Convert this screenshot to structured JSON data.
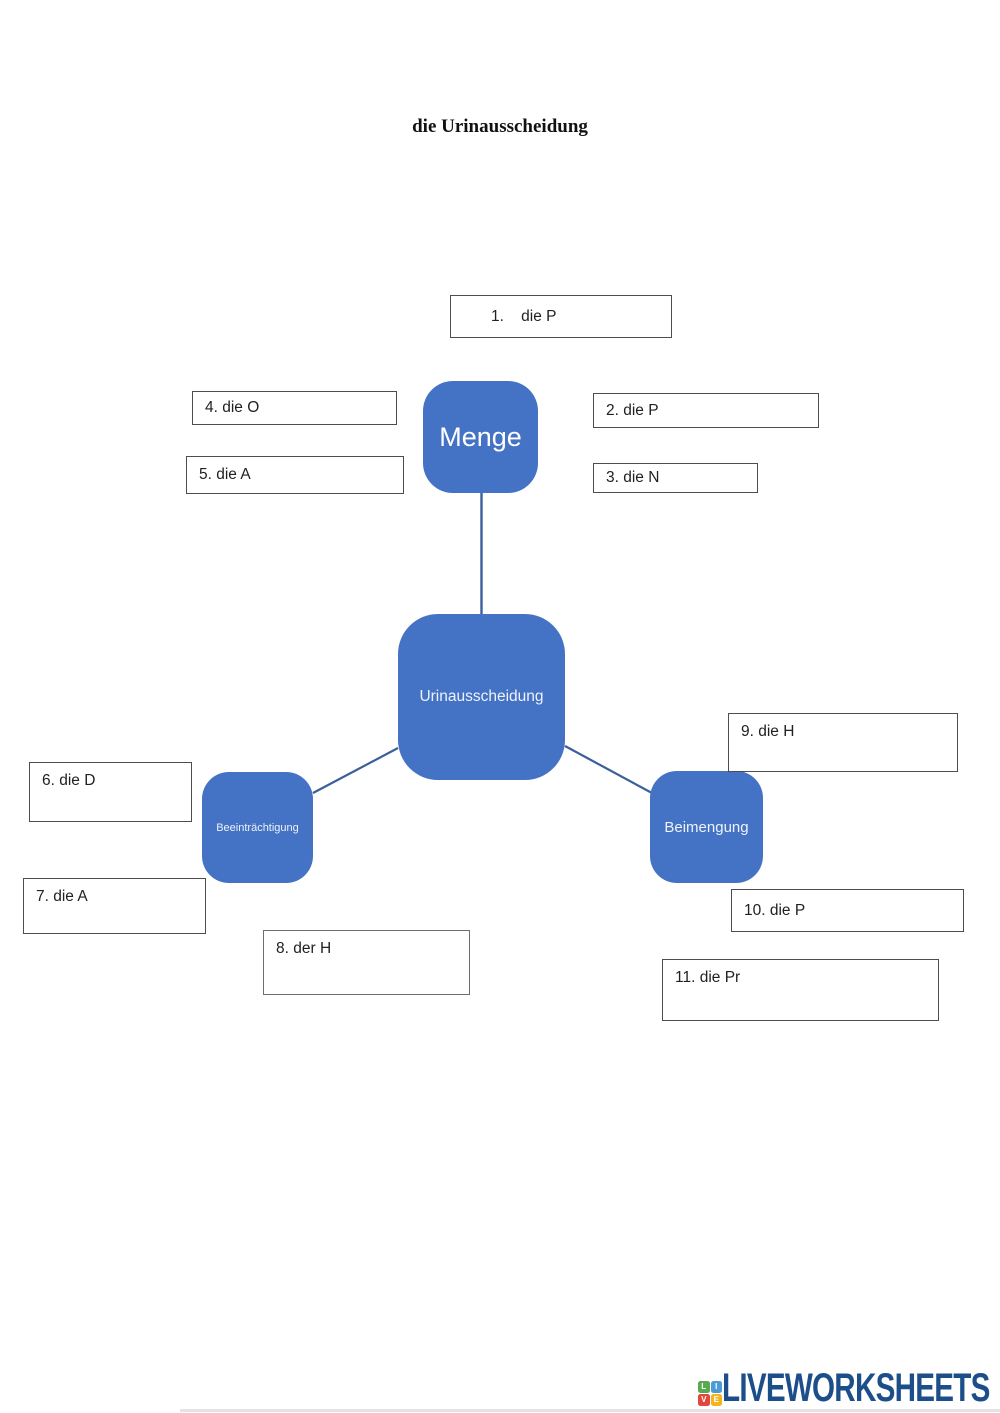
{
  "page": {
    "title": "die Urinausscheidung"
  },
  "diagram": {
    "center_node": {
      "label": "Urinausscheidung"
    },
    "nodes": {
      "menge": {
        "label": "Menge"
      },
      "beeintraechtigung": {
        "label": "Beeinträchtigung"
      },
      "beimengung": {
        "label": "Beimengung"
      }
    },
    "answer_boxes": [
      {
        "id": 1,
        "text": "1.    die P"
      },
      {
        "id": 2,
        "text": "2. die P"
      },
      {
        "id": 3,
        "text": "3. die N"
      },
      {
        "id": 4,
        "text": "4. die O"
      },
      {
        "id": 5,
        "text": "5. die A"
      },
      {
        "id": 6,
        "text": "6. die D"
      },
      {
        "id": 7,
        "text": "7. die A"
      },
      {
        "id": 8,
        "text": "8. der H"
      },
      {
        "id": 9,
        "text": "9. die H"
      },
      {
        "id": 10,
        "text": "10. die P"
      },
      {
        "id": 11,
        "text": "11. die Pr"
      }
    ],
    "colors": {
      "node_fill": "#4472C4",
      "node_text": "#FFFFFF",
      "connector": "#3C5F9B",
      "box_border": "#4D4D4D"
    }
  },
  "footer": {
    "brand": "LIVEWORKSHEETS",
    "brand_color": "#1C4E8A",
    "logo_squares": [
      {
        "letter": "L",
        "color": "#58A94F"
      },
      {
        "letter": "I",
        "color": "#4D9BD5"
      },
      {
        "letter": "V",
        "color": "#E0473D"
      },
      {
        "letter": "E",
        "color": "#F2B41F"
      }
    ]
  }
}
